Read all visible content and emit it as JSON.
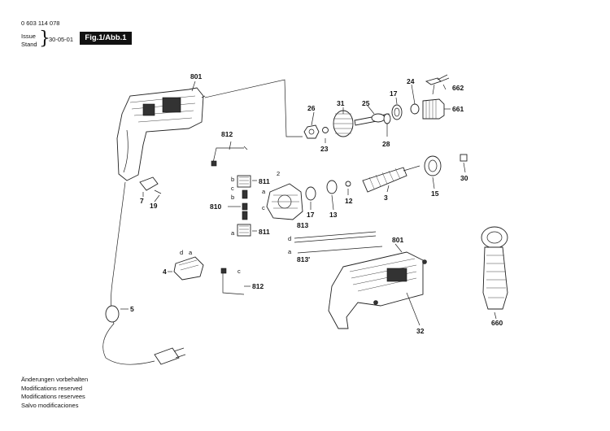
{
  "header": {
    "doc_number": "0 603 114 078",
    "issue_label": "Issue",
    "stand_label": "Stand",
    "issue_date": "30-05-01",
    "figure_label": "Fig.1/Abb.1"
  },
  "notes": [
    "Änderungen vorbehalten",
    "Modifications reserved",
    "Modifications reservees",
    "Salvo modificaciones"
  ],
  "callouts": {
    "p801_top": "801",
    "p662": "662",
    "p24": "24",
    "p17_top": "17",
    "p31": "31",
    "p25": "25",
    "p26": "26",
    "p661": "661",
    "p23": "23",
    "p28": "28",
    "p812_top": "812",
    "p811_top": "811",
    "p2": "2",
    "p810": "810",
    "p811_bot": "811",
    "p7": "7",
    "p19": "19",
    "p17_mid": "17",
    "p13": "13",
    "p12": "12",
    "p3": "3",
    "p15": "15",
    "p30": "30",
    "p813_top": "813",
    "p813_bot": "813'",
    "p801_bot": "801",
    "p4": "4",
    "p812_bot": "812",
    "p5": "5",
    "p32": "32",
    "p660": "660",
    "letter_a1": "a",
    "letter_b1": "b",
    "letter_c1": "c",
    "letter_c2": "c",
    "letter_d": "d",
    "letter_a2": "a",
    "letter_d2": "d",
    "letter_a3": "a",
    "letter_c3": "c",
    "letter_a4": "a",
    "letter_b2": "b"
  }
}
